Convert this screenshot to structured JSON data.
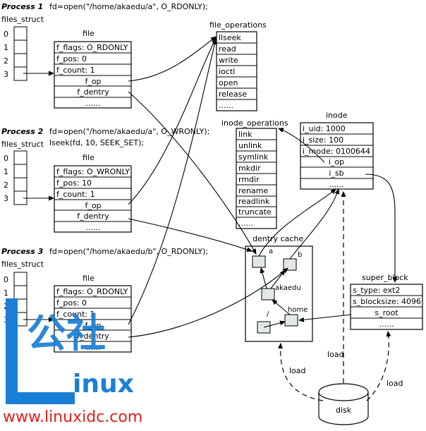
{
  "processes": [
    {
      "label": "Process 1",
      "code": "fd=open(\"/home/akaedu/a\", O_RDONLY);",
      "code2": "",
      "file": {
        "title": "file",
        "fields": [
          "f_flags: O_RDONLY",
          "f_pos: 0",
          "f_count: 1",
          "f_op",
          "f_dentry",
          "......"
        ]
      }
    },
    {
      "label": "Process 2",
      "code": "fd=open(\"/home/akaedu/a\", O_WRONLY);",
      "code2": "lseek(fd, 10, SEEK_SET);",
      "file": {
        "title": "file",
        "fields": [
          "f_flags: O_WRONLY",
          "f_pos: 10",
          "f_count: 1",
          "f_op",
          "f_dentry",
          "......"
        ]
      }
    },
    {
      "label": "Process 3",
      "code": "fd=open(\"/home/akaedu/b\", O_RDONLY);",
      "code2": "",
      "file": {
        "title": "file",
        "fields": [
          "f_flags: O_RDONLY",
          "f_pos: 0",
          "f_count: 1",
          "f_op",
          "f_dentry",
          "......"
        ]
      }
    }
  ],
  "files_struct": {
    "title": "files_struct",
    "indices": [
      "0",
      "1",
      "2",
      "3"
    ]
  },
  "file_operations": {
    "title": "file_operations",
    "items": [
      "llseek",
      "read",
      "write",
      "ioctl",
      "open",
      "release",
      "......"
    ]
  },
  "inode_operations": {
    "title": "inode_operations",
    "items": [
      "link",
      "unlink",
      "symlink",
      "mkdir",
      "rmdir",
      "rename",
      "readlink",
      "truncate",
      "......"
    ]
  },
  "inode": {
    "title": "inode",
    "fields": [
      "i_uid: 1000",
      "i_size: 100",
      "i_mode: 0100644",
      "i_op",
      "i_sb",
      "......"
    ]
  },
  "dentry_cache": {
    "title": "dentry cache",
    "nodes": [
      "a",
      "b",
      "akaedu",
      "/",
      "home"
    ]
  },
  "super_block": {
    "title": "super_block",
    "fields": [
      "s_type: ext2",
      "s_blocksize: 4096",
      "s_root",
      "......"
    ]
  },
  "disk": {
    "label": "disk"
  },
  "load_labels": [
    "load",
    "load",
    "load"
  ],
  "watermark": {
    "logo_text": "公社",
    "brand": "inux",
    "url": "www.linuxidc.com",
    "blue": "#1a7fd6",
    "red": "#e0201b"
  }
}
